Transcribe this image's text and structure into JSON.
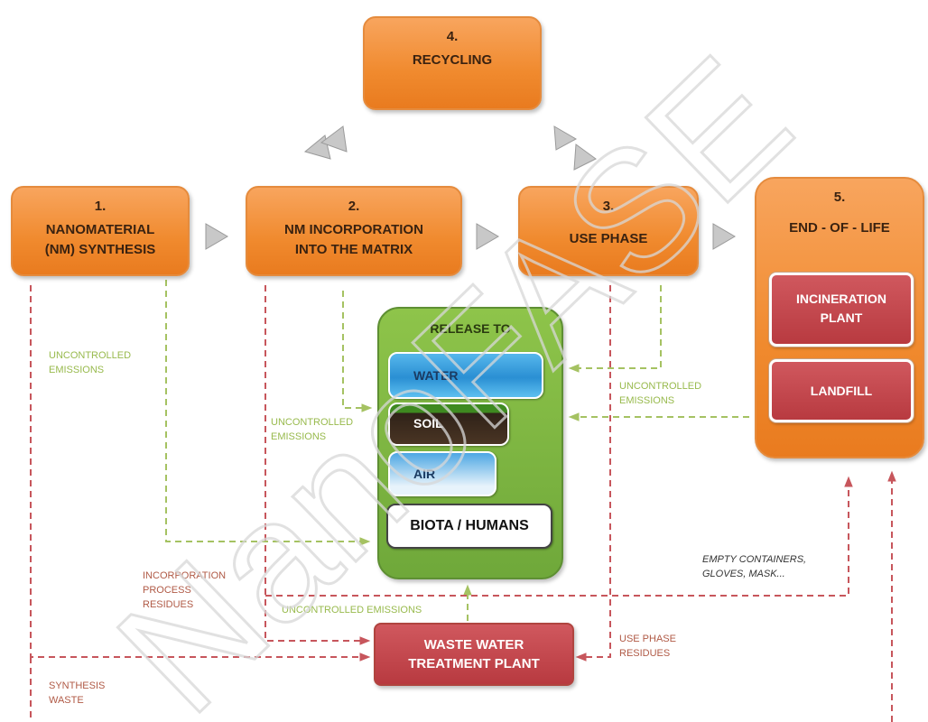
{
  "colors": {
    "orange_box": "#f08a2e",
    "red_box": "#c0464b",
    "release_green": "#7db542",
    "dashed_green": "#a5c262",
    "dashed_red": "#c7565c",
    "arrow_grey": "#c8c8c8"
  },
  "stages": {
    "synthesis": {
      "num": "1.",
      "label": "NANOMATERIAL\n(NM) SYNTHESIS"
    },
    "incorporation": {
      "num": "2.",
      "label": "NM INCORPORATION\nINTO THE MATRIX"
    },
    "use": {
      "num": "3.",
      "label": "USE PHASE"
    },
    "recycling": {
      "num": "4.",
      "label": "RECYCLING"
    },
    "eol": {
      "num": "5.",
      "label": "END - OF - LIFE"
    }
  },
  "eol_items": {
    "incineration": "INCINERATION\nPLANT",
    "landfill": "LANDFILL"
  },
  "release": {
    "title": "RELEASE TO",
    "water": "WATER",
    "soil": "SOIL",
    "air": "AIR",
    "biota": "BIOTA / HUMANS"
  },
  "wwtp": "WASTE WATER\nTREATMENT PLANT",
  "annotations": {
    "uncontrolled_1": "UNCONTROLLED\nEMISSIONS",
    "uncontrolled_2": "UNCONTROLLED\nEMISSIONS",
    "uncontrolled_3": "UNCONTROLLED\nEMISSIONS",
    "uncontrolled_4": "UNCONTROLLED EMISSIONS",
    "incorporation_residues": "INCORPORATION\nPROCESS\nRESIDUES",
    "use_phase_residues": "USE PHASE\nRESIDUES",
    "synthesis_waste": "SYNTHESIS\nWASTE",
    "empty_containers": "EMPTY CONTAINERS,\nGLOVES, MASK..."
  },
  "watermark": "NanoFASE"
}
